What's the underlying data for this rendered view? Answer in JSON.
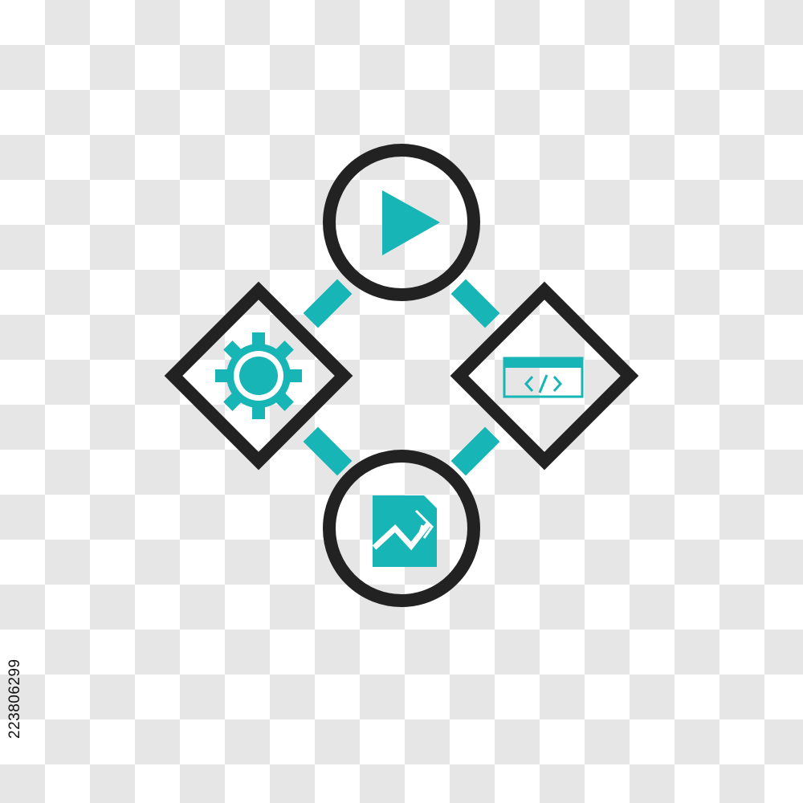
{
  "stock_id": "223806299",
  "colors": {
    "outline": "#222222",
    "accent": "#17b5b5",
    "checker_light": "#ffffff",
    "checker_dark": "#e6e6e6"
  },
  "nodes": [
    {
      "shape": "circle",
      "icon": "play-icon"
    },
    {
      "shape": "diamond",
      "icon": "gear-icon"
    },
    {
      "shape": "diamond",
      "icon": "code-window-icon"
    },
    {
      "shape": "circle",
      "icon": "chart-document-icon"
    }
  ]
}
